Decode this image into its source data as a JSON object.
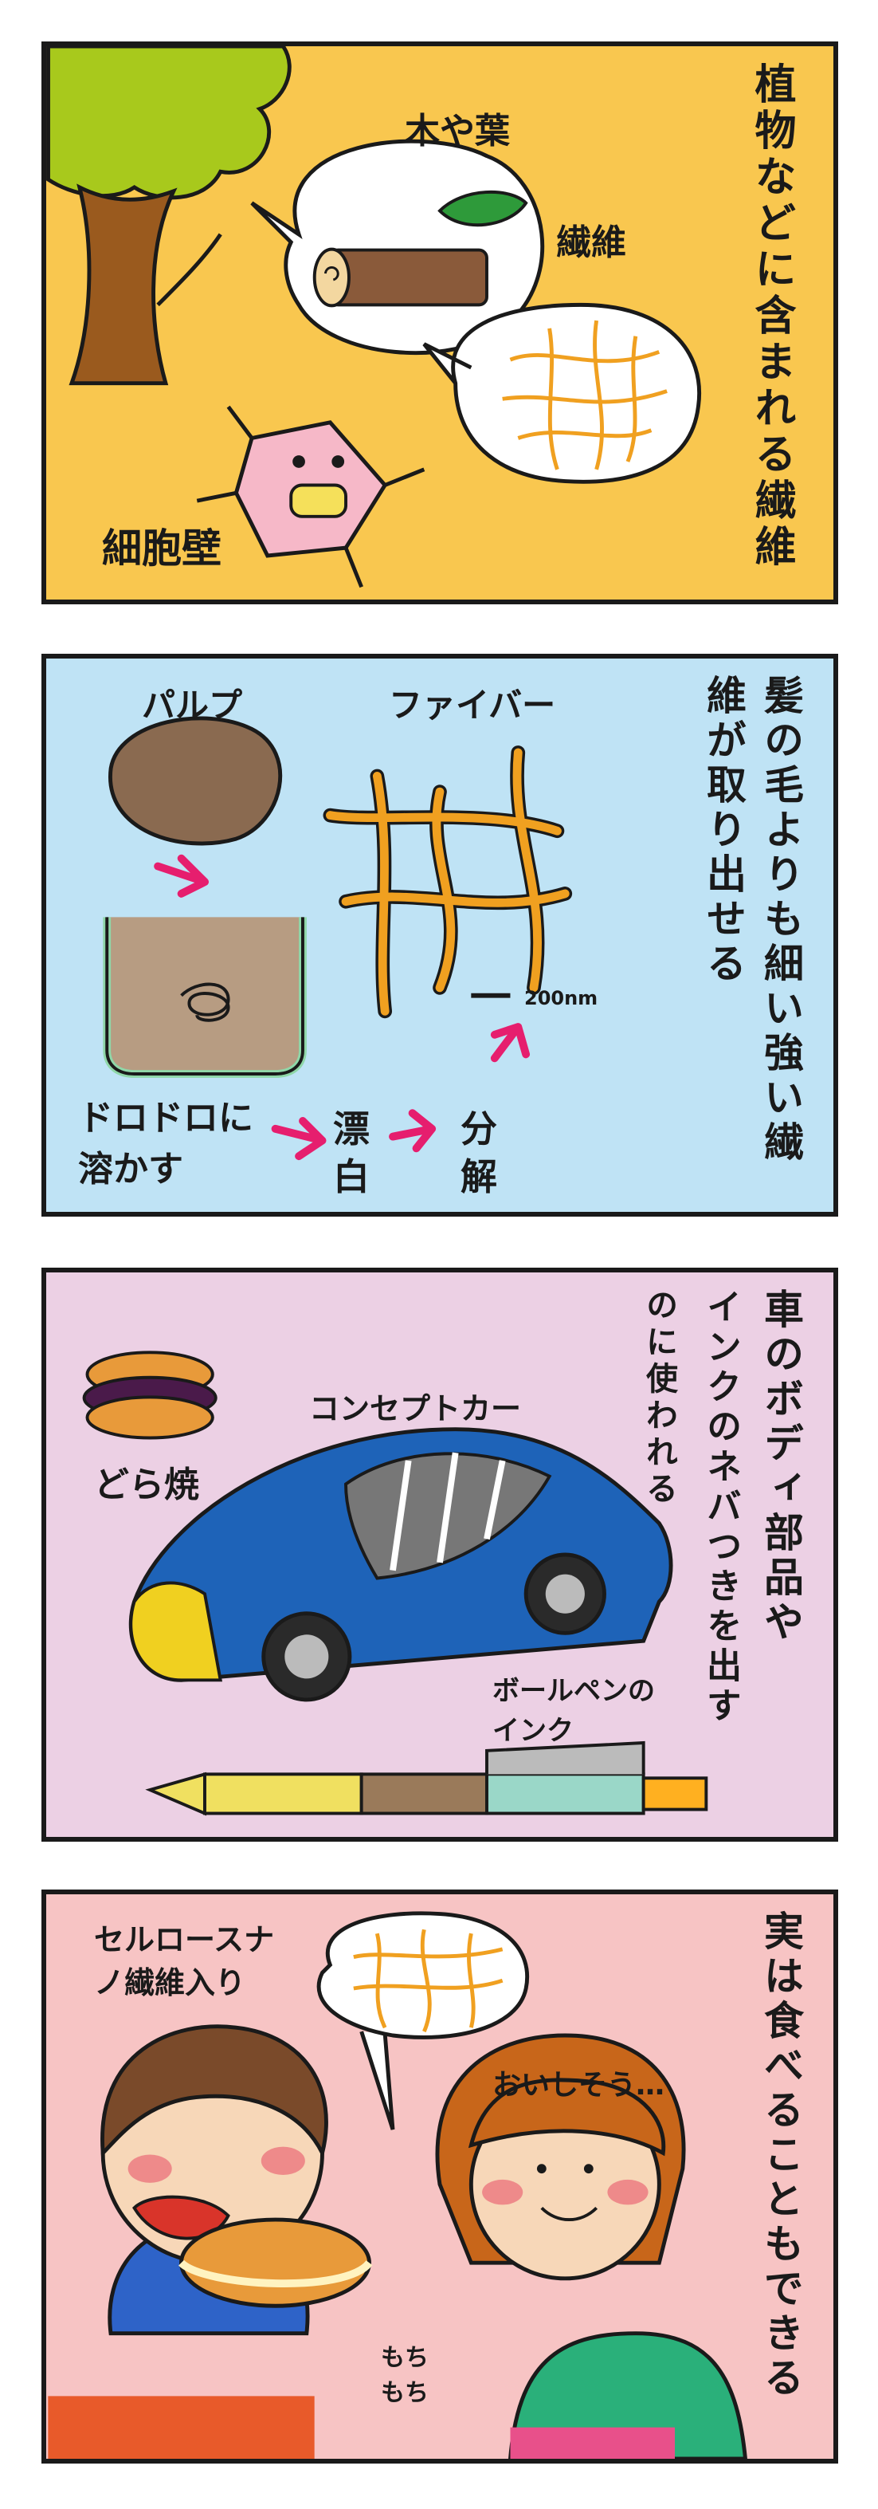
{
  "colors": {
    "panel1_bg": "#f9c74f",
    "panel2_bg": "#bfe3f5",
    "panel3_bg": "#ecd0e4",
    "panel4_bg": "#f7c4c4",
    "fiber": "#f0a020",
    "accent_pink": "#e61e6e",
    "car_blue": "#1e63b8",
    "outline": "#1a1a1a"
  },
  "panel1": {
    "caption": "植物などに含まれる繊維",
    "label_wood_leaf": "木や葉",
    "label_fiber": "繊維",
    "label_cell_wall": "細胞壁"
  },
  "panel2": {
    "caption": "髪の毛よりも細い強い繊維が取り出せる",
    "label_pulp": "パルプ",
    "label_fiber": "ファイバー",
    "scale_label": "200nm",
    "step_dissolve": "ドロドロに溶かす",
    "step_bleach": "漂白",
    "step_decompose": "分解"
  },
  "panel3": {
    "caption_line1": "車のボディ部品や",
    "caption_line2": "インクのネバつきを出す",
    "caption_line3": "のに使われる",
    "label_dorayaki": "どら焼",
    "label_concept_car": "コンセプトカー",
    "label_ballpen_ink": "ボールペンのインク"
  },
  "panel4": {
    "caption": "実は食べることもできる",
    "label_cellulose": "セルロースナノ繊維入り",
    "speech_tasty": "おいしそう…",
    "sound_chewy": "もちもち"
  }
}
